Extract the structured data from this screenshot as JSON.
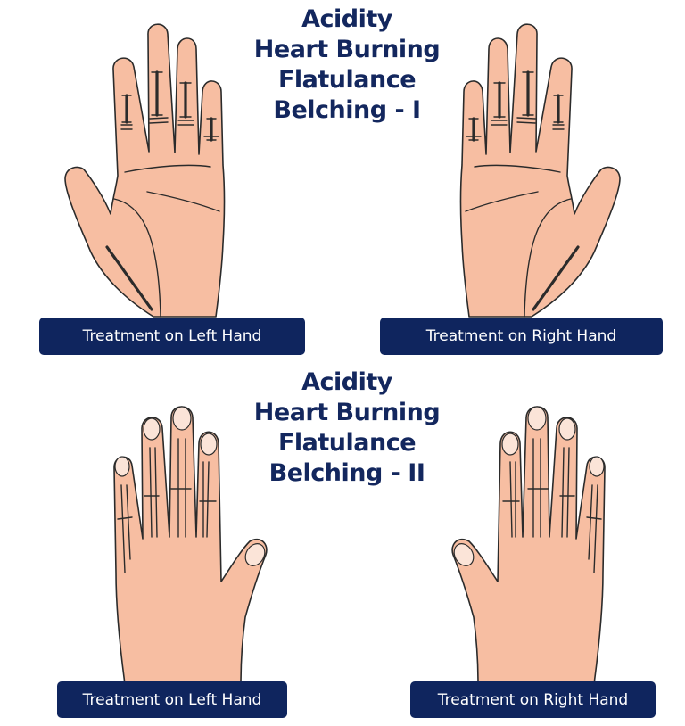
{
  "section1": {
    "title_lines": [
      "Acidity",
      "Heart Burning",
      "Flatulance",
      "Belching - I"
    ],
    "left_label": "Treatment on Left Hand",
    "right_label": "Treatment on Right Hand"
  },
  "section2": {
    "title_lines": [
      "Acidity",
      "Heart Burning",
      "Flatulance",
      "Belching - II"
    ],
    "left_label": "Treatment on Left Hand",
    "right_label": "Treatment on Right Hand"
  },
  "colors": {
    "title": "#13275e",
    "label_bg": "#0f255e",
    "skin": "#f7bea2",
    "nail": "#fbe4d8",
    "outline": "#2b2b2b"
  }
}
